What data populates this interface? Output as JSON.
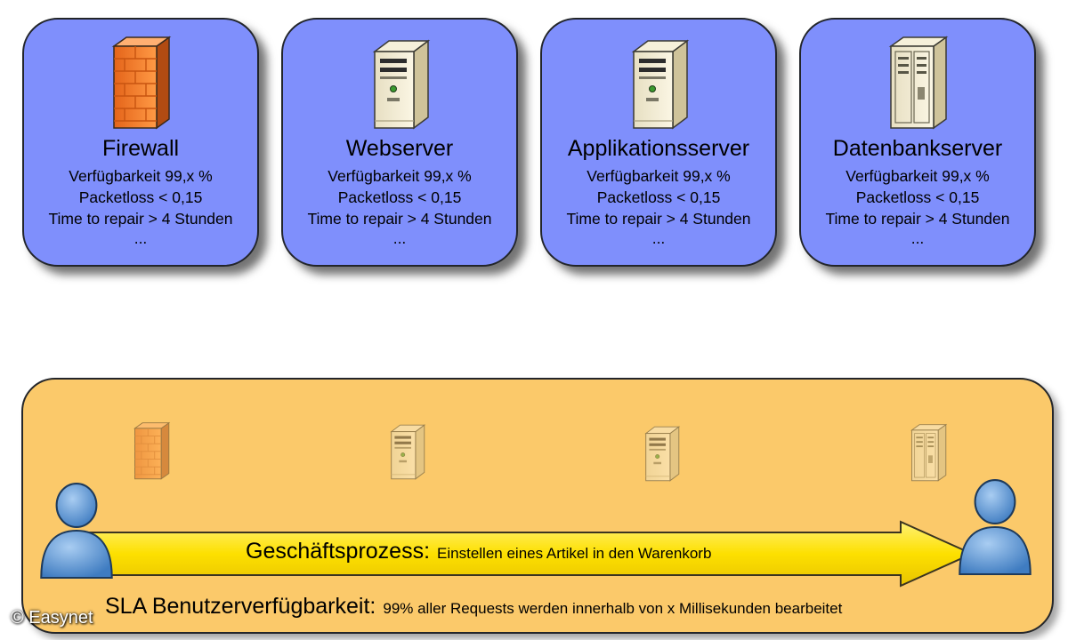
{
  "components": [
    {
      "name": "Firewall",
      "availability": "Verfügbarkeit 99,x %",
      "packetloss": "Packetloss < 0,15",
      "repair": "Time to repair > 4 Stunden",
      "more": "..."
    },
    {
      "name": "Webserver",
      "availability": "Verfügbarkeit 99,x %",
      "packetloss": "Packetloss < 0,15",
      "repair": "Time to repair > 4 Stunden",
      "more": "..."
    },
    {
      "name": "Applikationsserver",
      "availability": "Verfügbarkeit 99,x %",
      "packetloss": "Packetloss < 0,15",
      "repair": "Time to repair > 4 Stunden",
      "more": "..."
    },
    {
      "name": "Datenbankserver",
      "availability": "Verfügbarkeit 99,x %",
      "packetloss": "Packetloss < 0,15",
      "repair": "Time to repair > 4 Stunden",
      "more": "..."
    }
  ],
  "process": {
    "label": "Geschäftsprozess:",
    "description": "Einstellen eines Artikel in den Warenkorb"
  },
  "sla": {
    "label": "SLA Benutzerverfügbarkeit:",
    "description": "99% aller Requests werden innerhalb von x Millisekunden bearbeitet"
  },
  "copyright": "© Easynet",
  "colors": {
    "card_fill": "#7f8ffc",
    "process_fill": "#fbc96a",
    "arrow_fill": "#fde000",
    "firewall": "#f07e2a",
    "server": "#efe6c6",
    "person": "#5b92cf"
  },
  "icons": [
    "brick-wall-icon",
    "server-tower-icon",
    "server-tower-icon",
    "server-cabinet-icon",
    "person-icon"
  ]
}
